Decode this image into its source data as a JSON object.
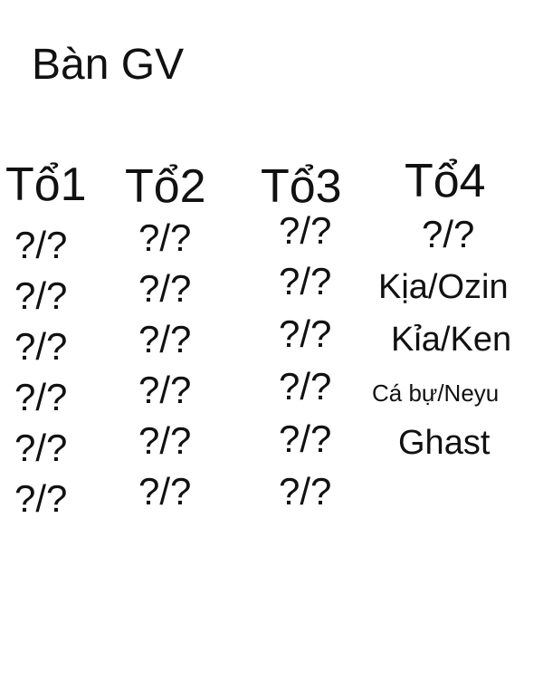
{
  "title": "Bàn GV",
  "groups": [
    {
      "name": "Tổ1",
      "seats": [
        "?/?",
        "?/?",
        "?/?",
        "?/?",
        "?/?",
        "?/?"
      ]
    },
    {
      "name": "Tổ2",
      "seats": [
        "?/?",
        "?/?",
        "?/?",
        "?/?",
        "?/?",
        "?/?"
      ]
    },
    {
      "name": "Tổ3",
      "seats": [
        "?/?",
        "?/?",
        "?/?",
        "?/?",
        "?/?",
        "?/?"
      ]
    },
    {
      "name": "Tổ4",
      "seats": [
        "?/?",
        "Kịa/Ozin",
        "Kỉa/Ken",
        "Cá bự/Neyu",
        "Ghast"
      ]
    }
  ]
}
